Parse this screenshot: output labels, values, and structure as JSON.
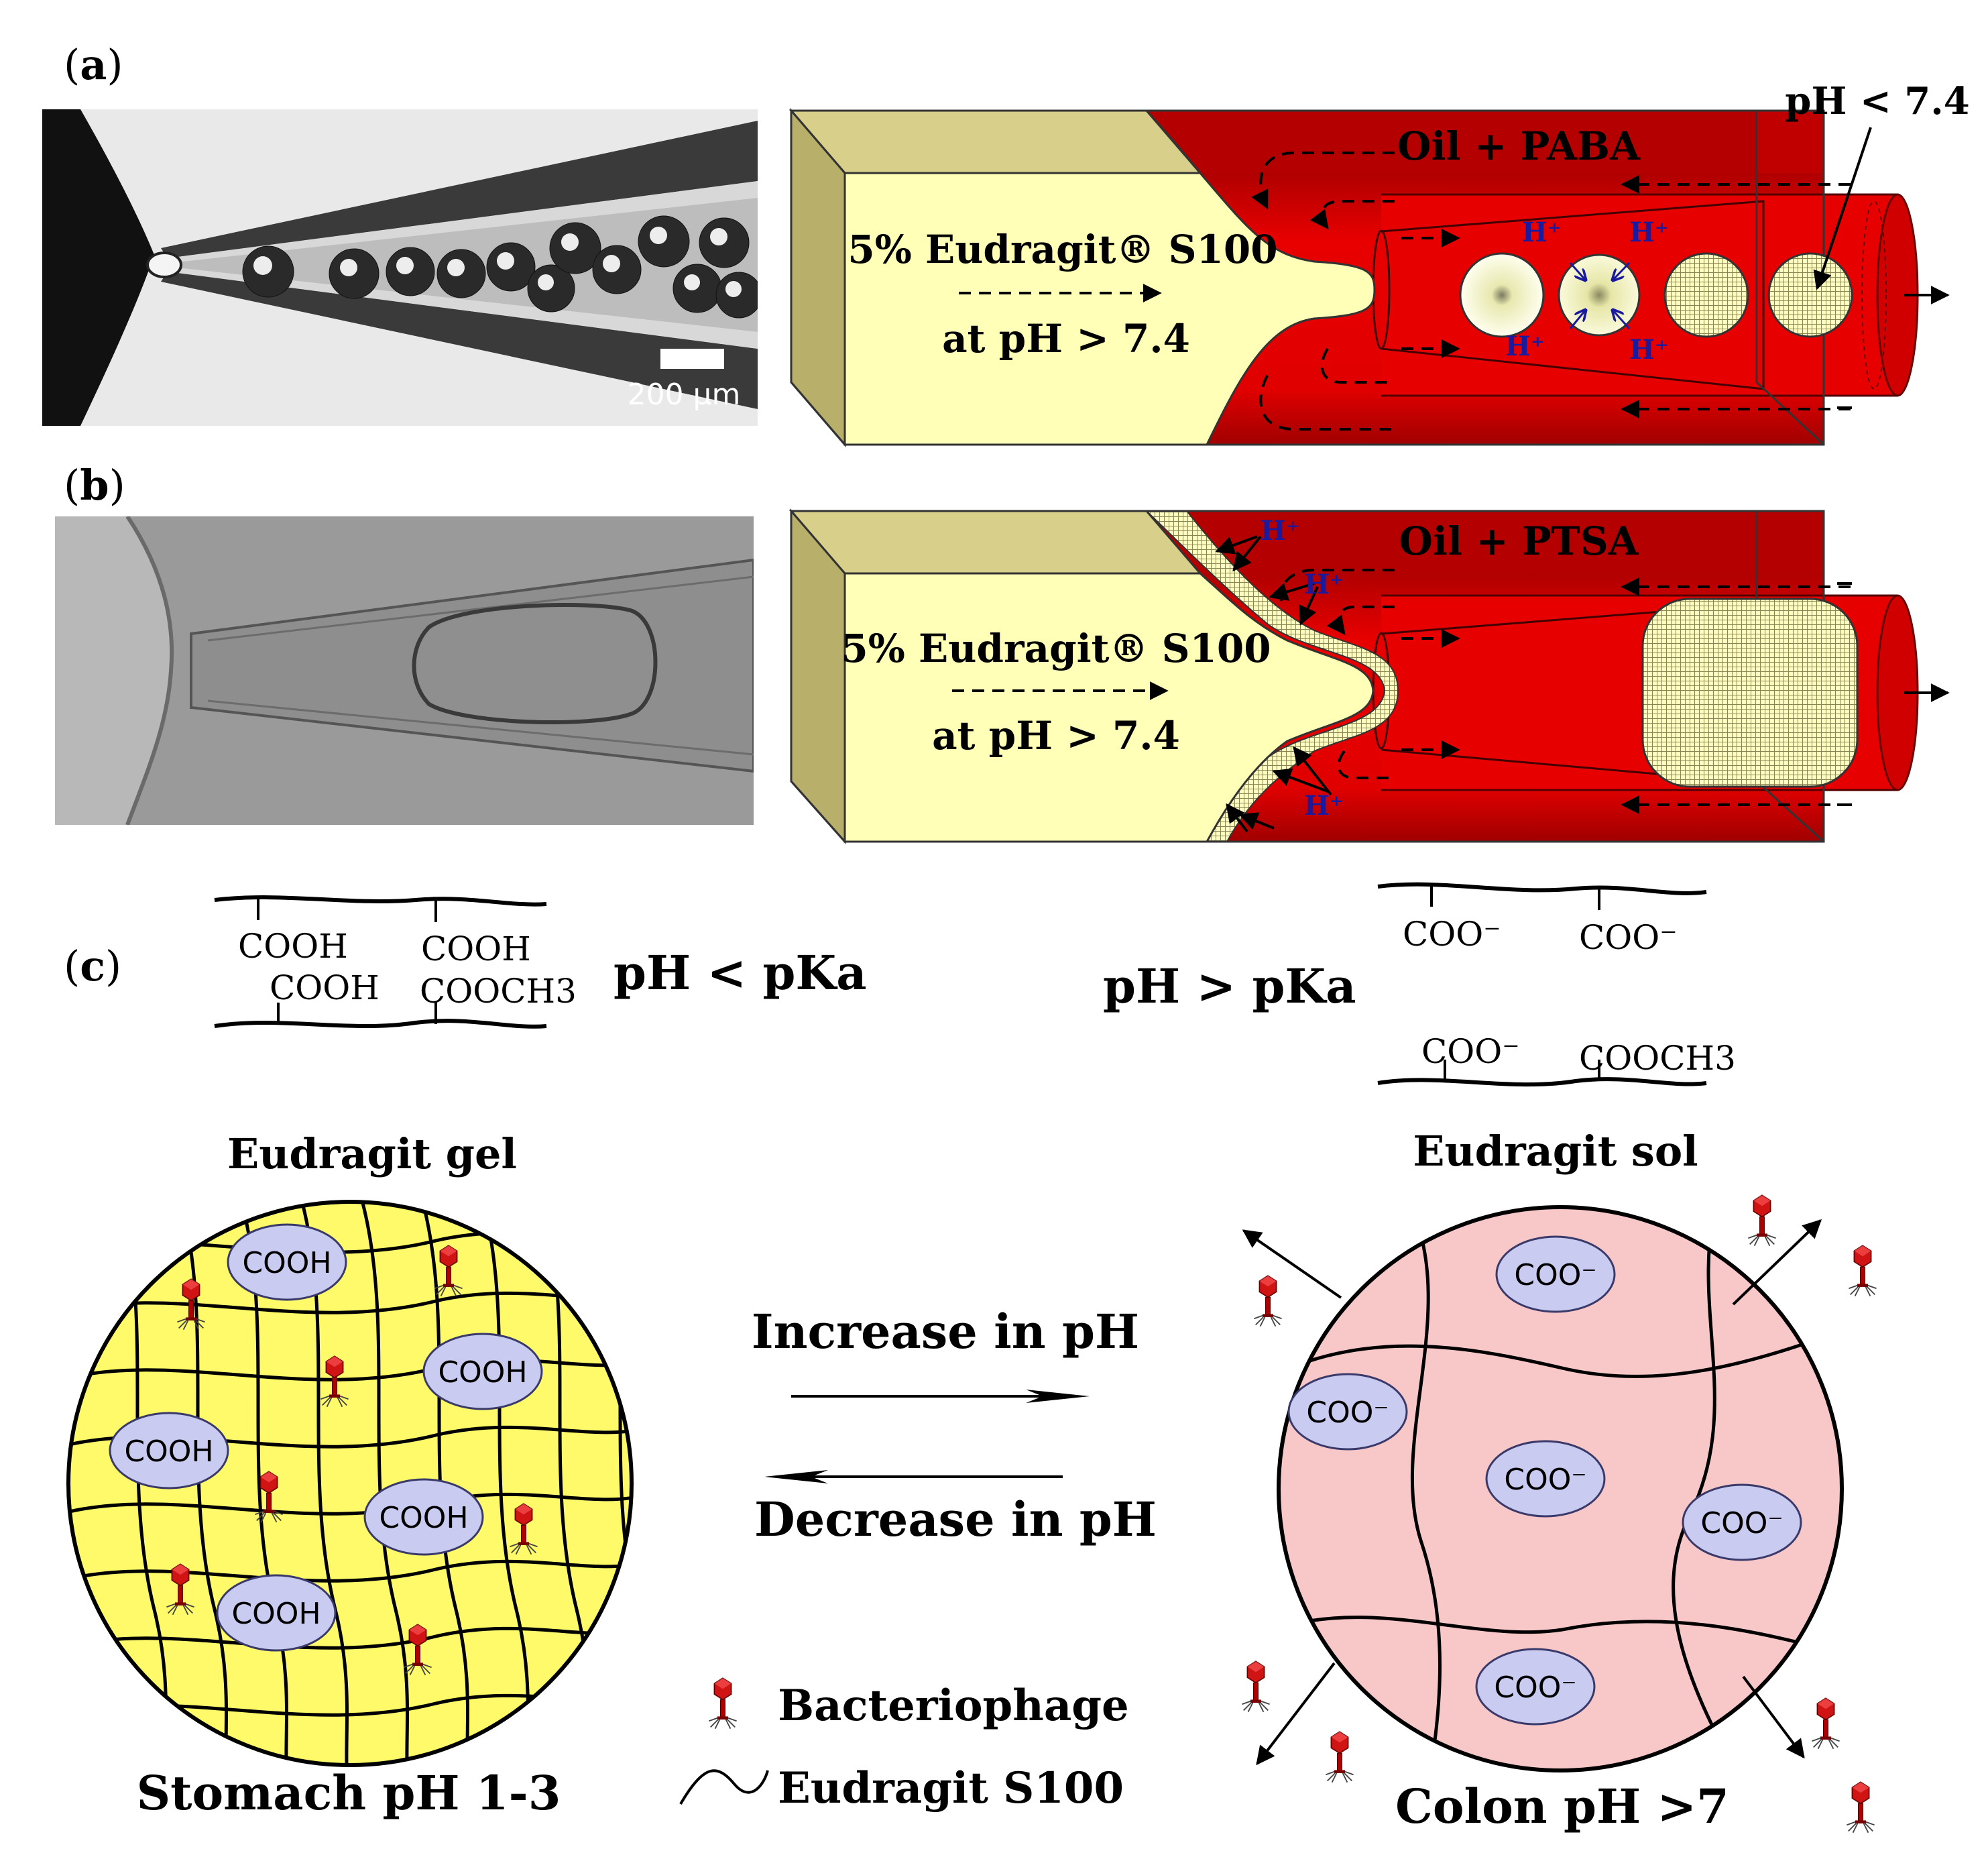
{
  "figure": {
    "panel_a": {
      "label_open": "(",
      "label_letter": "a",
      "label_close": ")",
      "scale_bar": "200 µm",
      "inner_phase_line1": "5% Eudragit® S100",
      "inner_phase_line2": "at pH > 7.4",
      "outer_phase": "Oil + PABA",
      "ph_callout": "pH < 7.4",
      "proton": "H⁺"
    },
    "panel_b": {
      "label_open": "(",
      "label_letter": "b",
      "label_close": ")",
      "inner_phase_line1": "5% Eudragit® S100",
      "inner_phase_line2": "at pH > 7.4",
      "outer_phase": "Oil + PTSA",
      "proton": "H⁺"
    },
    "panel_c": {
      "label_open": "(",
      "label_letter": "c",
      "label_close": ")",
      "low_ph": {
        "groups_top": [
          "COOH",
          "COOH"
        ],
        "groups_bottom": [
          "COOH",
          "COOCH3"
        ],
        "condition": "pH < pKa",
        "state": "Eudragit gel",
        "caption": "Stomach pH 1-3",
        "bubbles": [
          "COOH",
          "COOH",
          "COOH",
          "COOH",
          "COOH"
        ]
      },
      "high_ph": {
        "groups_top": [
          "COO⁻",
          "COO⁻"
        ],
        "groups_bottom": [
          "COO⁻",
          "COOCH3"
        ],
        "condition": "pH > pKa",
        "state": "Eudragit sol",
        "caption": "Colon pH >7",
        "bubbles": [
          "COO⁻",
          "COO⁻",
          "COO⁻",
          "COO⁻",
          "COO⁻"
        ]
      },
      "arrow_forward": "Increase in pH",
      "arrow_reverse": "Decrease in pH",
      "legend": [
        {
          "icon": "bacteriophage-icon",
          "label": "Bacteriophage"
        },
        {
          "icon": "polymer-chain-icon",
          "label": "Eudragit S100"
        }
      ]
    },
    "colors": {
      "oil": "#e00000",
      "oil_dark": "#9a0000",
      "aqueous": "#ffffb4",
      "aqueous_side": "#c4bd72",
      "gel": "#ffff66",
      "sol": "#f8c8c8",
      "bubble": "#c9cbf0",
      "proton": "#1a1a9e",
      "phage": "#cc1111"
    }
  }
}
